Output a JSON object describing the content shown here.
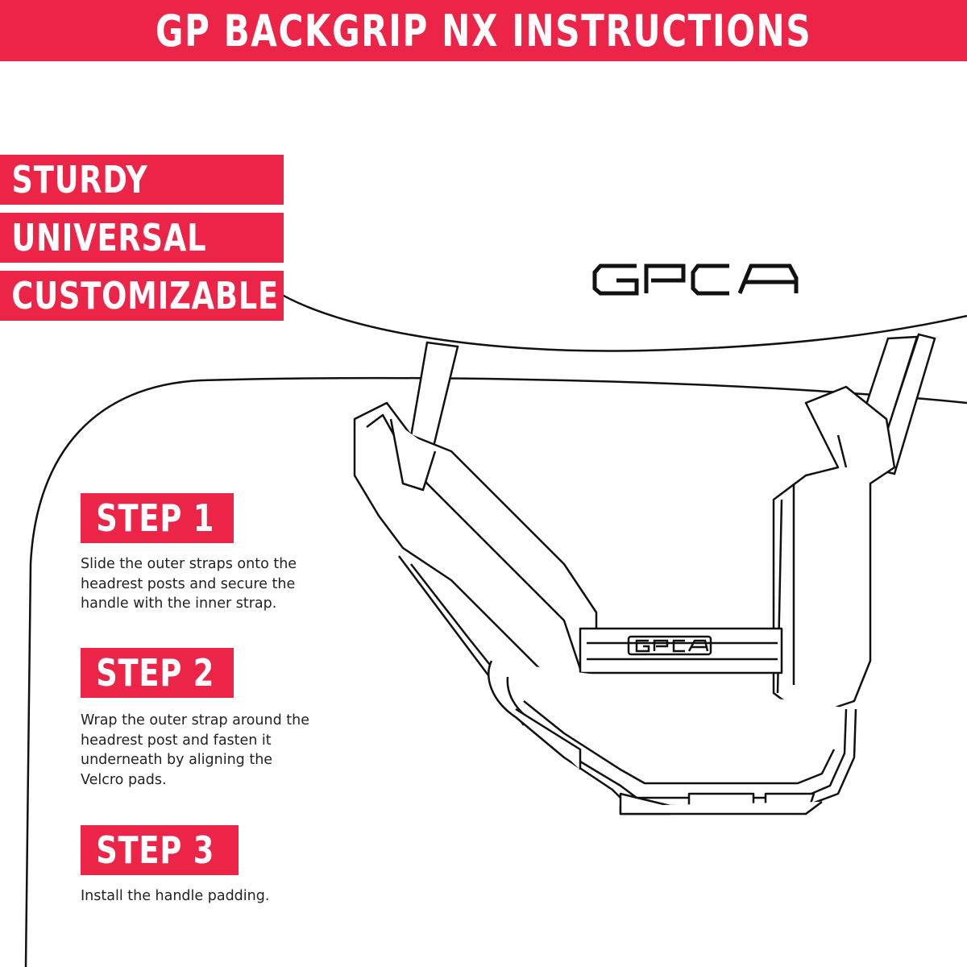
{
  "header": {
    "title": "GP BACKGRIP NX INSTRUCTIONS"
  },
  "features": [
    "STURDY",
    "UNIVERSAL",
    "CUSTOMIZABLE"
  ],
  "illustration": {
    "logo_text": "GPCA"
  },
  "steps": [
    {
      "label": "STEP 1",
      "text": "Slide the outer straps onto the\nheadrest posts and secure the\nhandle with the inner strap."
    },
    {
      "label": "STEP 2",
      "text": "Wrap the outer strap around the\nheadrest post and fasten it\nunderneath by aligning the\nVelcro pads."
    },
    {
      "label": "STEP 3",
      "text": "Install the handle padding."
    }
  ],
  "colors": {
    "accent": "#ec2448",
    "line": "#111111"
  }
}
